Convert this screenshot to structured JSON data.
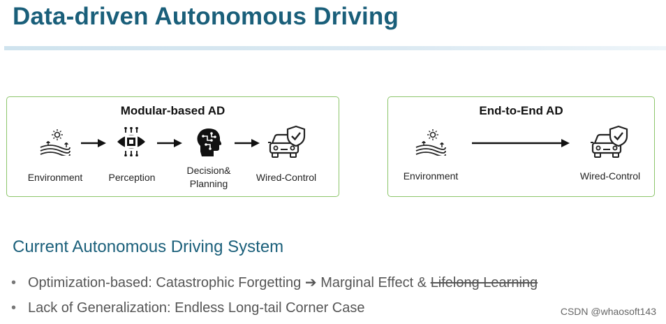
{
  "title": "Data-driven Autonomous Driving",
  "modular": {
    "title": "Modular-based AD",
    "nodes": [
      {
        "label": "Environment",
        "icon": "landscape-icon"
      },
      {
        "label": "Perception",
        "icon": "chip-eye-icon"
      },
      {
        "label": "Decision&\nPlanning",
        "icon": "brain-head-icon"
      },
      {
        "label": "Wired-Control",
        "icon": "car-shield-icon"
      }
    ]
  },
  "end_to_end": {
    "title": "End-to-End AD",
    "nodes": [
      {
        "label": "Environment",
        "icon": "landscape-icon"
      },
      {
        "label": "Wired-Control",
        "icon": "car-shield-icon"
      }
    ]
  },
  "section": {
    "title": "Current Autonomous Driving System",
    "bullets": [
      {
        "prefix": "Optimization-based: Catastrophic Forgetting",
        "arrow": "➔",
        "middle": " Marginal Effect & ",
        "struck": "Lifelong Learning"
      },
      {
        "text": "Lack of Generalization: Endless Long-tail Corner Case"
      }
    ],
    "bullet_glyph": "•"
  },
  "watermark": "CSDN @whaosoft143",
  "colors": {
    "title": "#1a5f7a",
    "panel_border": "#8cc56a"
  }
}
